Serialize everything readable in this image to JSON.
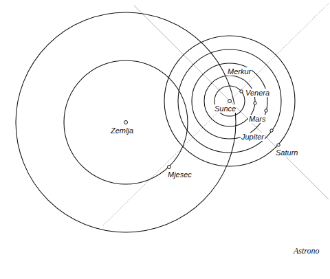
{
  "diagram": {
    "labels": [
      "Merkur",
      "Venera",
      "Mars",
      "Sunce",
      "Jupiter",
      "Saturn",
      "Zemlja",
      "Mjesec",
      "Astrono"
    ]
  }
}
